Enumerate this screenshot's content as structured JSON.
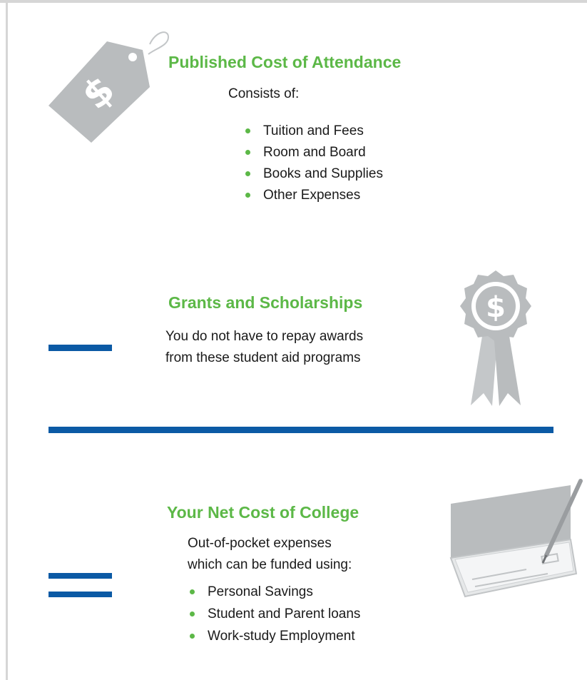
{
  "colors": {
    "heading": "#5cb847",
    "bullet": "#5cb847",
    "operator_bar": "#0b5aa5",
    "icon_fill": "#b9bcbe",
    "text": "#1a1a1a"
  },
  "sections": {
    "attendance": {
      "icon": "price-tag-dollar-icon",
      "heading": "Published Cost of Attendance",
      "intro": "Consists of:",
      "items": [
        "Tuition and Fees",
        "Room and Board",
        "Books and Supplies",
        "Other Expenses"
      ]
    },
    "grants": {
      "icon": "award-ribbon-dollar-icon",
      "operator": "minus",
      "heading": "Grants and Scholarships",
      "description_lines": [
        "You do not have to repay awards",
        "from these student aid programs"
      ]
    },
    "net_cost": {
      "icon": "checkbook-pen-icon",
      "operator": "equals",
      "heading": "Your Net Cost of College",
      "intro_lines": [
        "Out-of-pocket expenses",
        "which can be funded using:"
      ],
      "items": [
        "Personal Savings",
        "Student and Parent loans",
        "Work-study Employment"
      ]
    }
  }
}
